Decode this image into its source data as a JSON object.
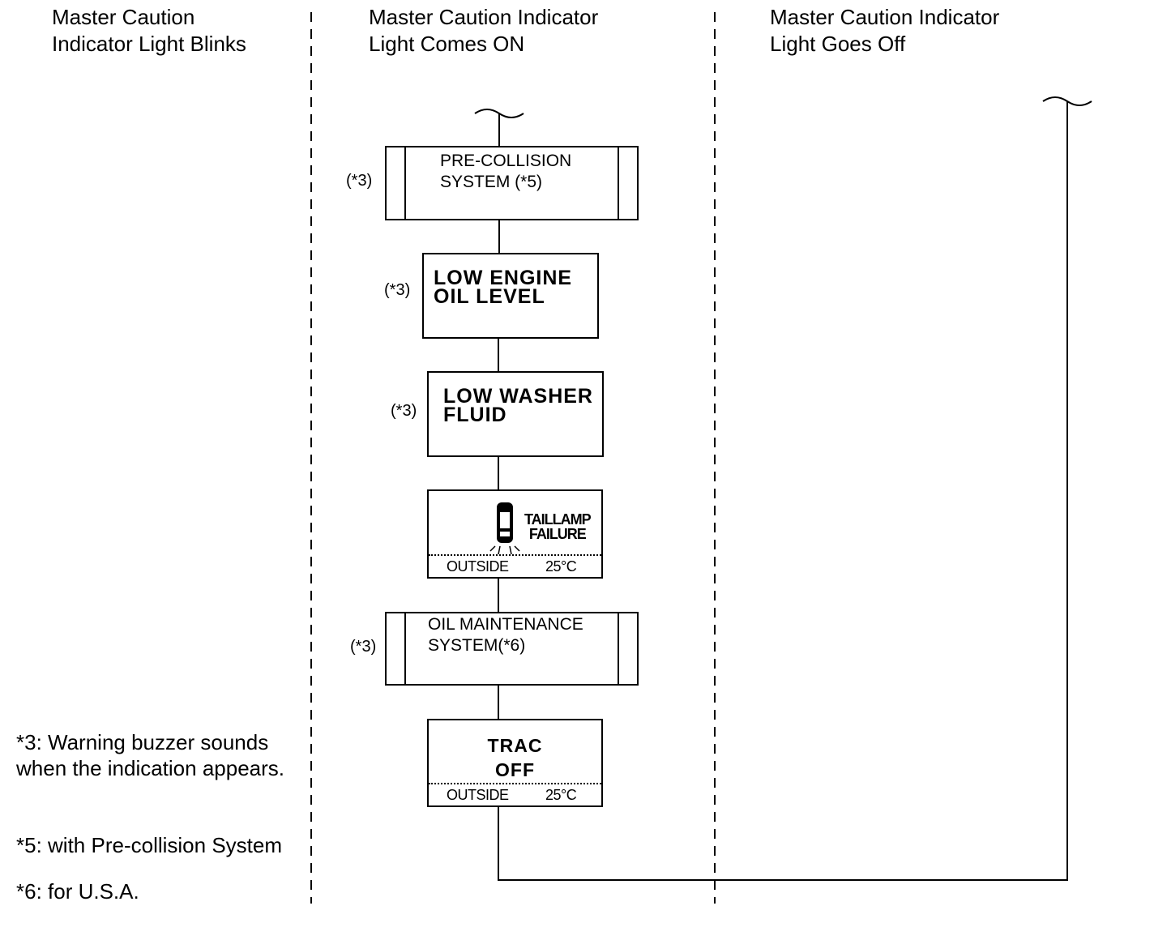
{
  "columns": {
    "blinks": "Master Caution\nIndicator Light Blinks",
    "comes_on": "Master Caution Indicator\nLight Comes ON",
    "goes_off": "Master Caution Indicator\nLight Goes Off"
  },
  "messages": {
    "pre_collision": {
      "text": "PRE-COLLISION\nSYSTEM (*5)",
      "ref": "(*3)"
    },
    "low_oil": {
      "text": "LOW  ENGINE\nOIL  LEVEL",
      "ref": "(*3)"
    },
    "low_washer": {
      "text": "LOW  WASHER\nFLUID",
      "ref": "(*3)"
    },
    "taillamp": {
      "text": "TAILLAMP\nFAILURE",
      "outside_label": "OUTSIDE",
      "outside_temp": "25°C",
      "icon": "car-taillamp-icon"
    },
    "oil_maintenance": {
      "text": "OIL MAINTENANCE\nSYSTEM(*6)",
      "ref": "(*3)"
    },
    "trac_off": {
      "text": "TRAC\nOFF",
      "outside_label": "OUTSIDE",
      "outside_temp": "25°C"
    }
  },
  "notes": {
    "n3": "*3: Warning buzzer sounds\nwhen the indication appears.",
    "n5": "*5: with Pre-collision System",
    "n6": "*6: for U.S.A."
  }
}
